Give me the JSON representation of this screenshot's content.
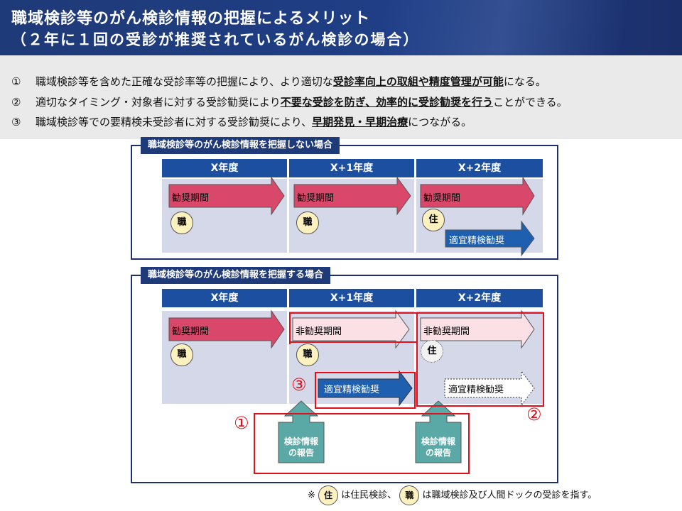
{
  "header": {
    "title_line1": "職域検診等のがん検診情報の把握によるメリット",
    "title_line2": "（２年に１回の受診が推奨されているがん検診の場合）"
  },
  "merits": [
    {
      "num": "①",
      "pre": "職域検診等を含めた正確な受診率等の把握により、より適切な",
      "emph": "受診率向上の取組や精度管理が可能",
      "post": "になる。"
    },
    {
      "num": "②",
      "pre": "適切なタイミング・対象者に対する受診勧奨により",
      "emph": "不要な受診を防ぎ、効率的に受診勧奨を行う",
      "post": "ことができる。"
    },
    {
      "num": "③",
      "pre": "職域検診等での要精検未受診者に対する受診勧奨により、",
      "emph": "早期発見・早期治療",
      "post": "につながる。"
    }
  ],
  "panel_without": {
    "label": "職域検診等のがん検診情報を把握しない場合",
    "years": [
      "X年度",
      "X+1年度",
      "X+2年度"
    ],
    "arrow1": "勧奨期間",
    "arrow2": "勧奨期間",
    "arrow3": "勧奨期間",
    "circle1": "職",
    "circle2": "職",
    "circle3": "住",
    "blue_arrow": "適宜精検勧奨"
  },
  "panel_with": {
    "label": "職域検診等のがん検診情報を把握する場合",
    "years": [
      "X年度",
      "X+1年度",
      "X+2年度"
    ],
    "arrow1": "勧奨期間",
    "arrow2": "非勧奨期間",
    "arrow3": "非勧奨期間",
    "circle1": "職",
    "circle2": "職",
    "circle3": "住",
    "blue_arrow": "適宜精検勧奨",
    "white_arrow": "適宜精検勧奨",
    "report1": "検診情報\nの報告",
    "report2": "検診情報\nの報告",
    "num1": "①",
    "num2": "②",
    "num3": "③"
  },
  "footnote": {
    "mark": "※",
    "circle_a": "住",
    "text_a": "は住民検診、",
    "circle_b": "職",
    "text_b": "は職域検診及び人間ドックの受診を指す。"
  },
  "colors": {
    "header": "#1f3a78",
    "year_head": "#1c4fa0",
    "column": "#d4d8e8",
    "red_arrow": "#d9486a",
    "pink_arrow": "#fbe0e6",
    "blue_arrow": "#1f5fb0",
    "teal_arrow": "#5aa9a6",
    "red_box": "#e0101a"
  }
}
